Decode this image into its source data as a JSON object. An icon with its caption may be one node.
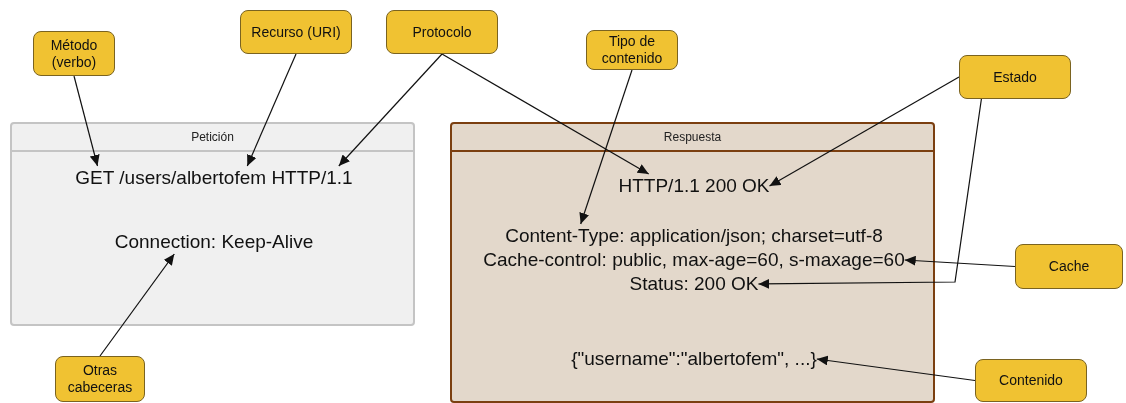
{
  "diagram": {
    "nodes": [
      {
        "text": [
          "Petición"
        ]
      },
      {
        "text": [
          "GET /users/albertofem HTTP/1.1"
        ],
        "in": 0
      },
      {
        "text": [
          "Connection: Keep-Alive"
        ],
        "in": 0
      },
      {
        "text": [
          "Respuesta"
        ]
      },
      {
        "text": [
          "HTTP/1.1 200 OK"
        ],
        "in": 3
      },
      {
        "text": [
          "Content-Type: application/json; charset=utf-8"
        ],
        "in": 3
      },
      {
        "text": [
          "Cache-control: public, max-age=60, s-maxage=60"
        ],
        "in": 3
      },
      {
        "text": [
          "Status: 200 OK"
        ],
        "in": 3
      },
      {
        "text": [
          "{\"username\":\"albertofem\", ...}"
        ],
        "in": 3
      },
      {
        "text": [
          "Método (verbo)"
        ]
      },
      {
        "text": [
          "Recurso (URI)"
        ]
      },
      {
        "text": [
          "Protocolo"
        ]
      },
      {
        "text": [
          "Tipo de contenido"
        ]
      },
      {
        "text": [
          "Estado"
        ]
      },
      {
        "text": [
          "Cache"
        ]
      },
      {
        "text": [
          "Contenido"
        ]
      },
      {
        "text": [
          "Otras cabeceras"
        ]
      }
    ],
    "edges": [
      {
        "from": 9,
        "to": 1,
        "arrow": "to"
      },
      {
        "from": 10,
        "to": 1,
        "arrow": "to"
      },
      {
        "from": 11,
        "to": 1,
        "arrow": "to"
      },
      {
        "from": 11,
        "to": 4,
        "arrow": "to"
      },
      {
        "from": 12,
        "to": 5,
        "arrow": "to"
      },
      {
        "from": 13,
        "to": 4,
        "arrow": "to"
      },
      {
        "from": 13,
        "to": 7,
        "arrow": "to"
      },
      {
        "from": 14,
        "to": 6,
        "arrow": "to"
      },
      {
        "from": 15,
        "to": 8,
        "arrow": "to"
      },
      {
        "from": 16,
        "to": 2,
        "arrow": "to"
      }
    ]
  }
}
